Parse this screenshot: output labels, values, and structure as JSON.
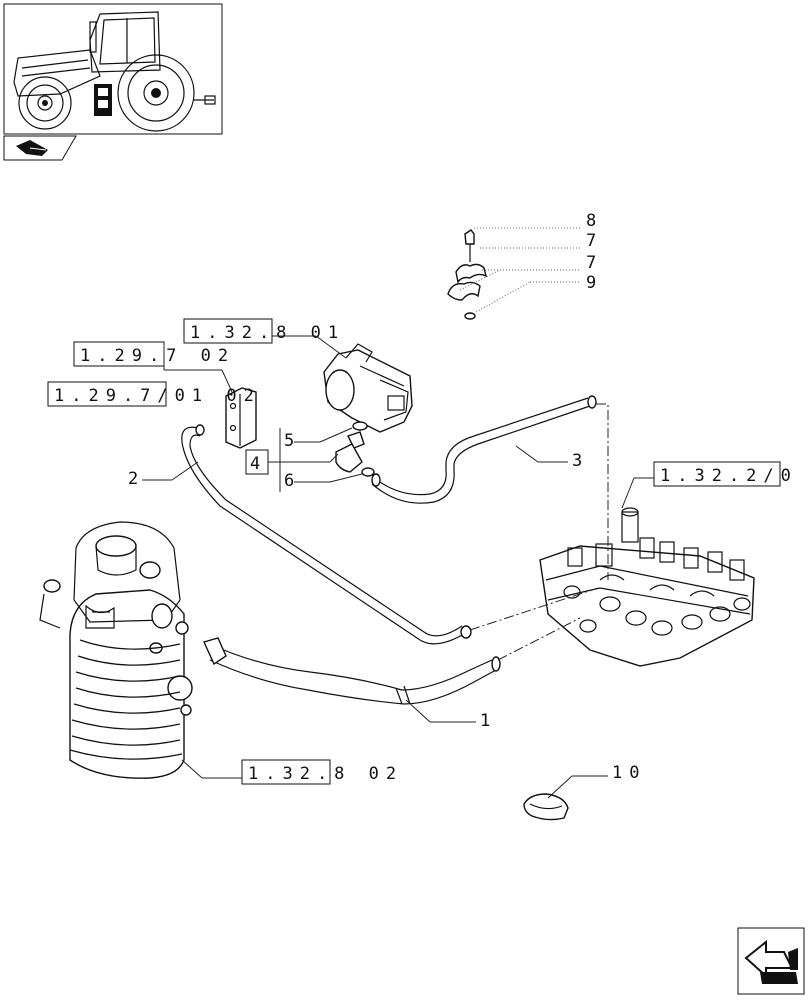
{
  "references": {
    "ref_top_valve": "1.32.8 01",
    "ref_1297_02": "1.29.7 02",
    "ref_1297_0102": "1.29.7/01 02",
    "ref_1322": "1.32.2/0",
    "ref_13282": "1.32.8 02",
    "ref_4": "4"
  },
  "callouts": {
    "c1": "1",
    "c2": "2",
    "c3": "3",
    "c5": "5",
    "c6": "6",
    "c7a": "7",
    "c7b": "7",
    "c8": "8",
    "c9": "9",
    "c10": "10"
  },
  "icons": {
    "thumbnail": "tractor-thumbnail-icon",
    "section": "section-marker-icon",
    "nav": "next-page-arrow-icon"
  }
}
